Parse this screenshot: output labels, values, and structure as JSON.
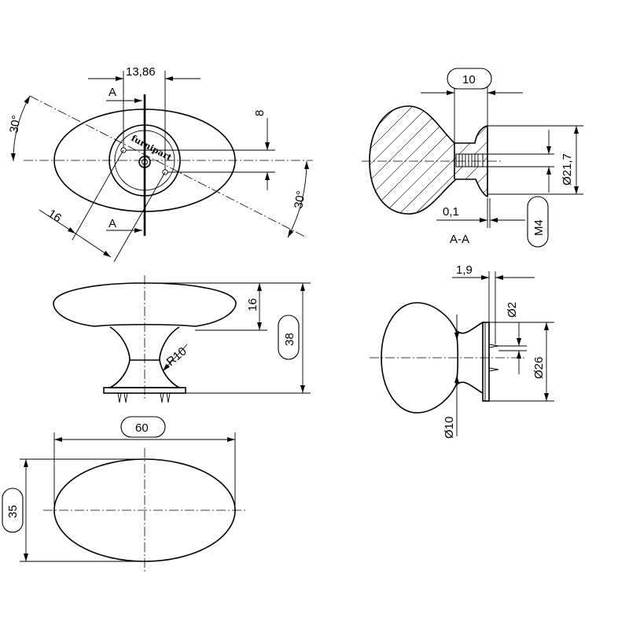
{
  "drawing": {
    "brand": "furnipart",
    "dimensions": {
      "center_distance": "13,86",
      "depth_8": "8",
      "angle_left": "30°",
      "angle_right": "30°",
      "offset_16": "16",
      "section_marker": "A",
      "head_height": "16",
      "overall_height": "38",
      "radius": "R10",
      "overall_length": "60",
      "overall_width": "35",
      "section_depth": "10",
      "diameter_base": "Ø21,7",
      "gap": "0,1",
      "thread": "M4",
      "section_label": "A-A",
      "base_thickness": "1,9",
      "pin_diameter": "Ø2",
      "flange_diameter": "Ø26",
      "neck_diameter": "Ø10"
    }
  }
}
